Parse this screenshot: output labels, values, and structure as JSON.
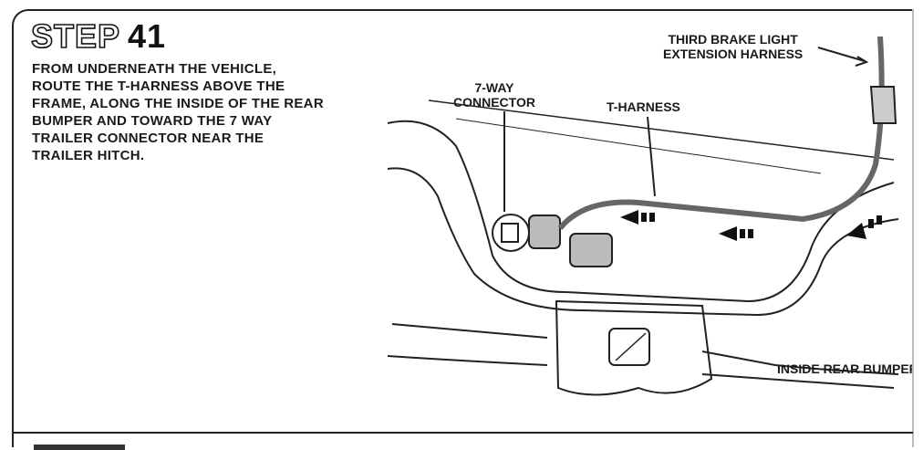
{
  "step": {
    "word": "STEP",
    "number": "41"
  },
  "instruction": "FROM UNDERNEATH THE VEHICLE, ROUTE THE T-HARNESS ABOVE THE FRAME, ALONG THE INSIDE OF THE REAR BUMPER AND TOWARD THE 7 WAY TRAILER CONNECTOR NEAR THE TRAILER HITCH.",
  "labels": {
    "seven_way_line1": "7-WAY",
    "seven_way_line2": "CONNECTOR",
    "t_harness": "T-HARNESS",
    "third_brake_line1": "THIRD BRAKE LIGHT",
    "third_brake_line2": "EXTENSION HARNESS",
    "inside_rear_bumper": "INSIDE REAR BUMPER"
  }
}
